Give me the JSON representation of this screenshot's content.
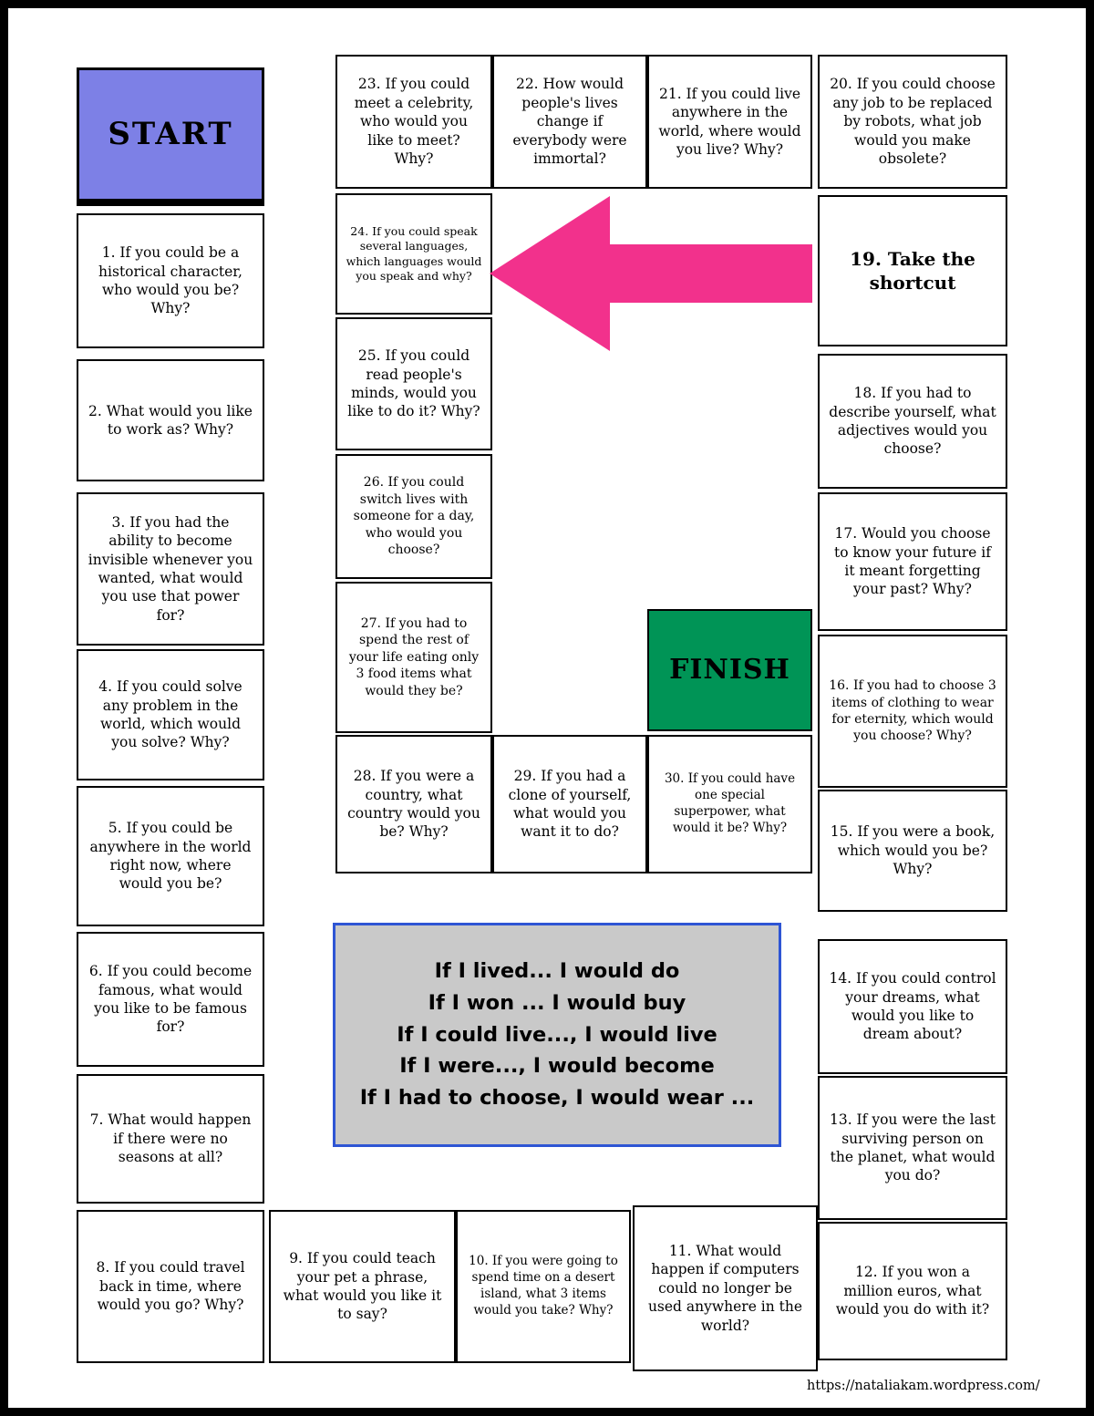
{
  "page": {
    "footer_url": "https://nataliakam.wordpress.com/"
  },
  "board": {
    "start_label": "START",
    "finish_label": "FINISH",
    "colors": {
      "start_bg": "#7d80e6",
      "finish_bg": "#009456",
      "arrow": "#f2318c",
      "center_bg": "#c9c9c9",
      "center_border": "#2e55d4"
    },
    "cells": [
      "1. If you could be a historical character, who would you be? Why?",
      "2. What would you like to work as? Why?",
      "3. If you had the ability to become invisible whenever you wanted, what would you use that power for?",
      "4. If you could solve any problem in the world, which would you solve? Why?",
      "5. If you could be anywhere in the world right now, where would you be?",
      "6. If you could become famous, what would you like to be famous for?",
      "7. What would happen if there were no seasons at all?",
      "8. If you could travel back in time, where would you go? Why?",
      "9. If you could teach your pet a phrase, what would you like it to say?",
      "10. If you were going to spend time on a desert island, what 3 items would you take? Why?",
      "11. What would happen if computers could no longer be used anywhere in the world?",
      "12. If you won a million euros, what would you do with it?",
      "13. If you were the last surviving person on the planet, what would you do?",
      "14. If you could control your dreams, what would you like to dream about?",
      "15. If you were a book, which would you be? Why?",
      "16. If you had to choose 3 items of clothing to wear for eternity, which would you choose? Why?",
      "17. Would you choose to know your future if it meant forgetting your past? Why?",
      "18. If you had to describe yourself, what adjectives would you choose?",
      "19. Take the shortcut",
      "20. If you could choose any job to be replaced by robots, what job would you make obsolete?",
      "21. If you could live anywhere in the world, where would you live? Why?",
      "22. How would people's lives change if everybody were immortal?",
      "23. If you could meet a celebrity, who would you like to meet? Why?",
      "24. If you could speak several languages, which languages would you speak and why?",
      "25. If you could read people's minds, would you like to do it? Why?",
      "26. If you could switch lives with someone for a day, who would you choose?",
      "27. If you had to spend the rest of your life eating only 3 food items what would they be?",
      "28. If you were a country, what country would you be? Why?",
      "29. If you had a clone of yourself, what would you want it to do?",
      "30. If you could have one special superpower, what would it be? Why?"
    ],
    "center_lines": [
      "If I lived... I would do",
      "If I won ... I would buy",
      "If I could live..., I would live",
      "If I were..., I would become",
      "If I had to choose, I would wear ..."
    ]
  }
}
